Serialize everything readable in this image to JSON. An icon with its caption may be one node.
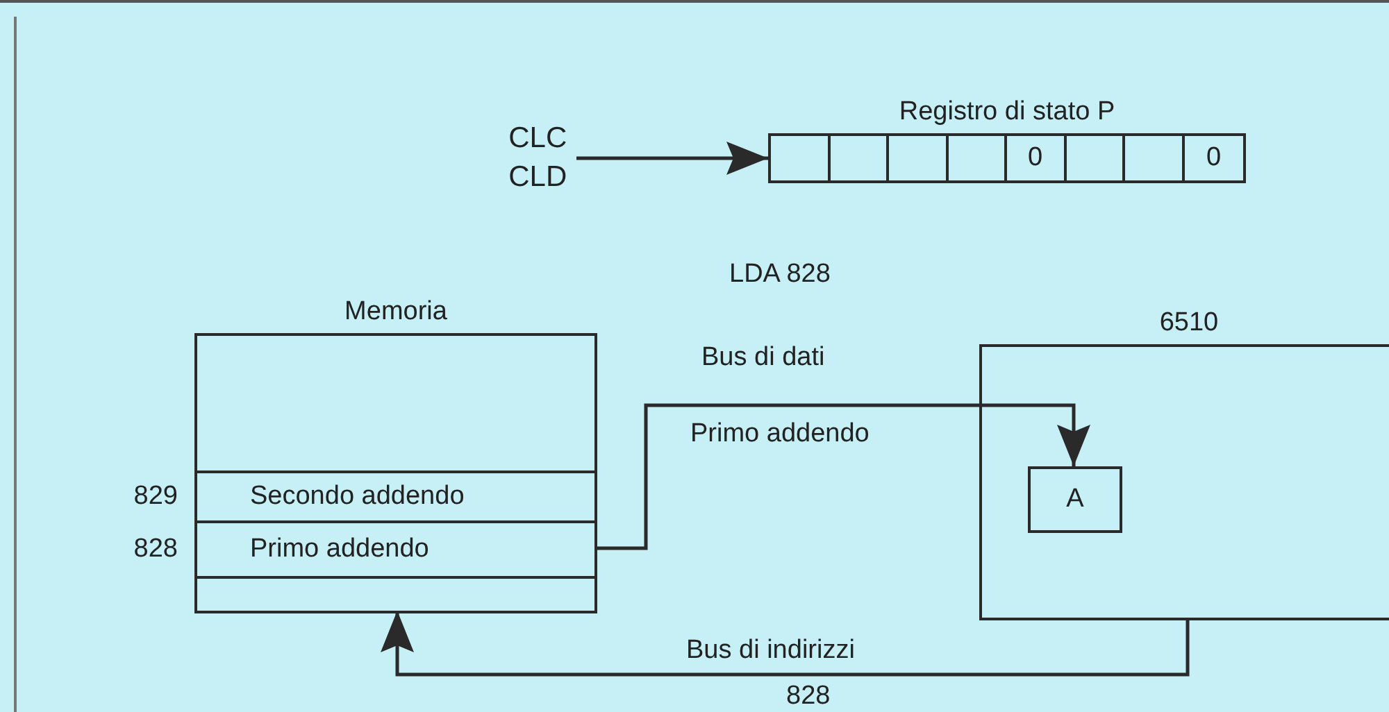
{
  "diagram": {
    "nodes": [
      {
        "text": [
          "CLC CLD"
        ]
      },
      {
        "text": [
          "Registro di stato P"
        ]
      },
      {
        "text": [],
        "shape": "box",
        "in": 1
      },
      {
        "text": [],
        "shape": "box",
        "in": 1
      },
      {
        "text": [],
        "shape": "box",
        "in": 1
      },
      {
        "text": [],
        "shape": "box",
        "in": 1
      },
      {
        "text": [
          "0"
        ],
        "in": 1
      },
      {
        "text": [],
        "shape": "box",
        "in": 1
      },
      {
        "text": [],
        "shape": "box",
        "in": 1
      },
      {
        "text": [
          "0"
        ],
        "in": 1
      },
      {
        "text": [
          "Memoria"
        ]
      },
      {
        "text": [
          "Secondo addendo"
        ],
        "beside": [
          "829"
        ],
        "in": 10
      },
      {
        "text": [
          "Primo addendo"
        ],
        "beside": [
          "828"
        ],
        "in": 10
      },
      {
        "text": [],
        "shape": "box",
        "in": 10
      },
      {
        "text": [
          "6510"
        ]
      },
      {
        "text": [
          "A"
        ],
        "in": 14
      }
    ],
    "edges": [
      {
        "from": 0,
        "to": 1,
        "arrow": "to"
      },
      {
        "from": 12,
        "to": 15,
        "arrow": "to",
        "label": "Bus di dati"
      },
      {
        "from": 14,
        "to": 13,
        "arrow": "to",
        "label": "Bus di indirizzi"
      }
    ],
    "labels": [
      "LDA 828",
      "Primo addendo",
      "828"
    ]
  }
}
